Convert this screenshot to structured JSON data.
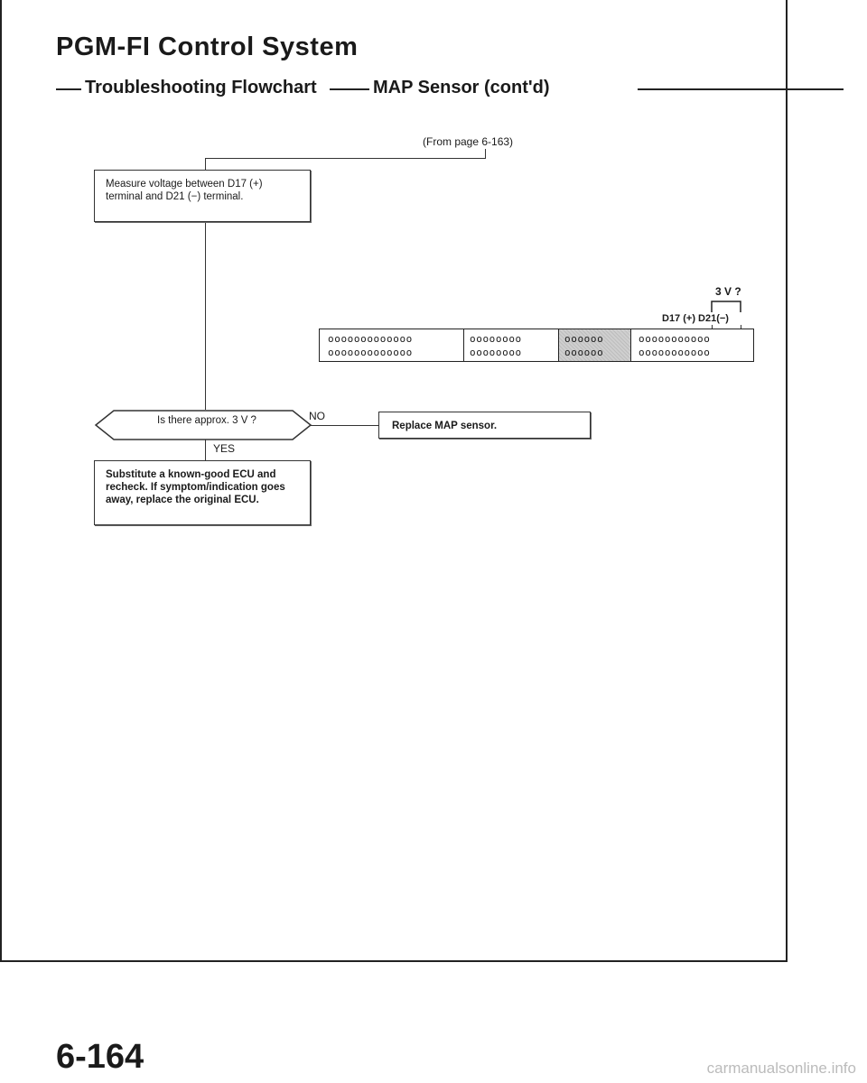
{
  "header": {
    "title": "PGM-FI Control System",
    "section_left": "Troubleshooting Flowchart",
    "section_right": "MAP Sensor (cont'd)"
  },
  "flowchart": {
    "from_ref": "(From page 6-163)",
    "step_measure": "Measure voltage between D17 (+) terminal and D21 (−) terminal.",
    "question": "Is there approx. 3 V ?",
    "no_label": "NO",
    "yes_label": "YES",
    "no_action": "Replace MAP sensor.",
    "yes_action": "Substitute a known-good ECU and recheck. If symptom/indication goes away, replace the original ECU."
  },
  "connector": {
    "voltage_label": "3 V ?",
    "terminal_labels": "D17 (+) D21(−)",
    "sections": [
      {
        "rows": [
          "ooooooooooooo",
          "ooooooooooooo"
        ],
        "shaded": false
      },
      {
        "rows": [
          "oooooooo",
          "oooooooo"
        ],
        "shaded": false
      },
      {
        "rows": [
          "oooooo",
          "oooooo"
        ],
        "shaded": true
      },
      {
        "rows": [
          "ooooooooooo",
          "ooooooooooo"
        ],
        "shaded": false
      }
    ]
  },
  "footer": {
    "page_number": "6-164",
    "watermark": "carmanualsonline.info"
  }
}
